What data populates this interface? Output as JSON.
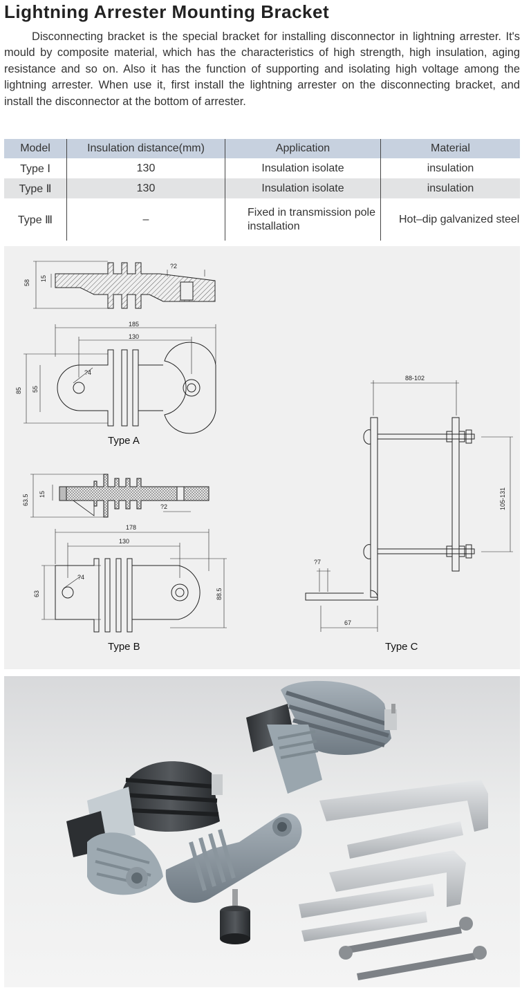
{
  "title": "Lightning Arrester Mounting Bracket",
  "intro": "Disconnecting bracket is the special bracket for installing disconnector in lightning arrester. It's mould by composite material, which has the characteristics of high strength, high insulation, aging resistance and so on. Also it has the function of supporting and isolating high voltage among the lightning arrester. When use it, first install the lightning arrester on the disconnecting bracket, and install the disconnector at  the bottom of arrester.",
  "table": {
    "headers": [
      "Model",
      "Insulation distance(mm)",
      "Application",
      "Material"
    ],
    "rows": [
      [
        "Type Ⅰ",
        "130",
        "Insulation isolate",
        "insulation"
      ],
      [
        "Type Ⅱ",
        "130",
        "Insulation isolate",
        "insulation"
      ],
      [
        "Type Ⅲ",
        "–",
        "Fixed in transmission pole installation",
        "Hot–dip galvanized steel"
      ]
    ]
  },
  "drawings": {
    "type_a": {
      "caption": "Type A",
      "dims": {
        "height_side": "58",
        "thickness": "15",
        "hole_top": "?2",
        "length": "185",
        "spacing": "130",
        "height_plan": "85",
        "inner": "55",
        "hole": "?4"
      }
    },
    "type_b": {
      "caption": "Type B",
      "dims": {
        "height_side": "63.5",
        "thickness": "15",
        "hole_bottom": "?2",
        "length": "178",
        "spacing": "130",
        "left_height": "63",
        "right_height": "88.5",
        "hole": "?4"
      }
    },
    "type_c": {
      "caption": "Type C",
      "dims": {
        "width": "88-102",
        "bolt_spacing": "105-131",
        "hole": "?7",
        "foot": "67"
      }
    }
  },
  "photo": {
    "description_icon": "product-photo"
  }
}
